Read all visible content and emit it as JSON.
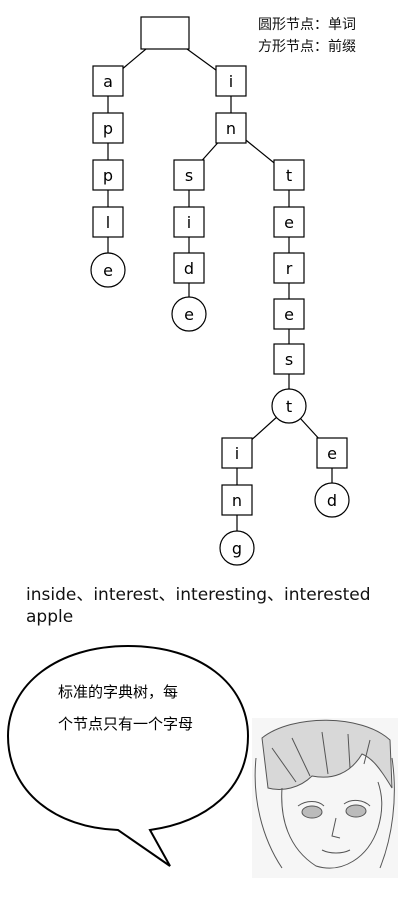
{
  "legend": {
    "circle_meaning": "圆形节点：单词",
    "square_meaning": "方形节点：前缀"
  },
  "words": {
    "line1": "inside、interest、interesting、interested",
    "line2": "apple"
  },
  "bubble": {
    "line1": "标准的字典树，每",
    "line2": "个节点只有一个字母"
  },
  "trie": {
    "root": {
      "id": "root",
      "label": "",
      "shape": "square"
    },
    "nodes": [
      {
        "id": "a",
        "label": "a",
        "shape": "square",
        "parent": "root"
      },
      {
        "id": "ap",
        "label": "p",
        "shape": "square",
        "parent": "a"
      },
      {
        "id": "app",
        "label": "p",
        "shape": "square",
        "parent": "ap"
      },
      {
        "id": "appl",
        "label": "l",
        "shape": "square",
        "parent": "app"
      },
      {
        "id": "apple",
        "label": "e",
        "shape": "circle",
        "parent": "appl"
      },
      {
        "id": "i",
        "label": "i",
        "shape": "square",
        "parent": "root"
      },
      {
        "id": "in",
        "label": "n",
        "shape": "square",
        "parent": "i"
      },
      {
        "id": "ins",
        "label": "s",
        "shape": "square",
        "parent": "in"
      },
      {
        "id": "insi",
        "label": "i",
        "shape": "square",
        "parent": "ins"
      },
      {
        "id": "insid",
        "label": "d",
        "shape": "square",
        "parent": "insi"
      },
      {
        "id": "inside",
        "label": "e",
        "shape": "circle",
        "parent": "insid"
      },
      {
        "id": "int",
        "label": "t",
        "shape": "square",
        "parent": "in"
      },
      {
        "id": "inte",
        "label": "e",
        "shape": "square",
        "parent": "int"
      },
      {
        "id": "inter",
        "label": "r",
        "shape": "square",
        "parent": "inte"
      },
      {
        "id": "intere",
        "label": "e",
        "shape": "square",
        "parent": "inter"
      },
      {
        "id": "interes",
        "label": "s",
        "shape": "square",
        "parent": "intere"
      },
      {
        "id": "interest",
        "label": "t",
        "shape": "circle",
        "parent": "interes"
      },
      {
        "id": "interesti",
        "label": "i",
        "shape": "square",
        "parent": "interest"
      },
      {
        "id": "interestin",
        "label": "n",
        "shape": "square",
        "parent": "interesti"
      },
      {
        "id": "interesting",
        "label": "g",
        "shape": "circle",
        "parent": "interestin"
      },
      {
        "id": "intereste",
        "label": "e",
        "shape": "square",
        "parent": "interest"
      },
      {
        "id": "interested",
        "label": "d",
        "shape": "circle",
        "parent": "intereste"
      }
    ]
  }
}
